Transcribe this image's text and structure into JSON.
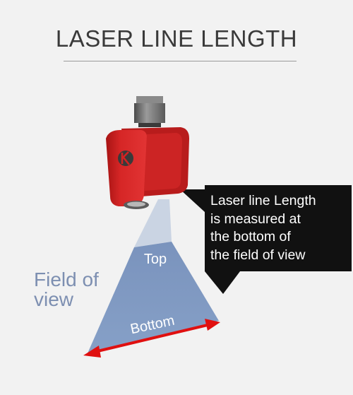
{
  "title": "LASER LINE LENGTH",
  "fov_label": {
    "line1": "Field of",
    "line2": "view"
  },
  "labels": {
    "top": "Top",
    "bottom": "Bottom"
  },
  "callout": {
    "lines": [
      "Laser line Length",
      "is measured at",
      "the bottom of",
      "the field of view"
    ]
  },
  "colors": {
    "background": "#f2f2f2",
    "sensor_body": "#d42222",
    "laser_arrow": "#e01010",
    "fov_top": "#c5d1e1",
    "fov_bottom": "#7f96bd",
    "callout_bg": "#111111",
    "label_text": "#7d8fb1"
  },
  "icons": {
    "sensor": "laser-profile-sensor-icon",
    "arrow": "double-headed-arrow-icon"
  }
}
